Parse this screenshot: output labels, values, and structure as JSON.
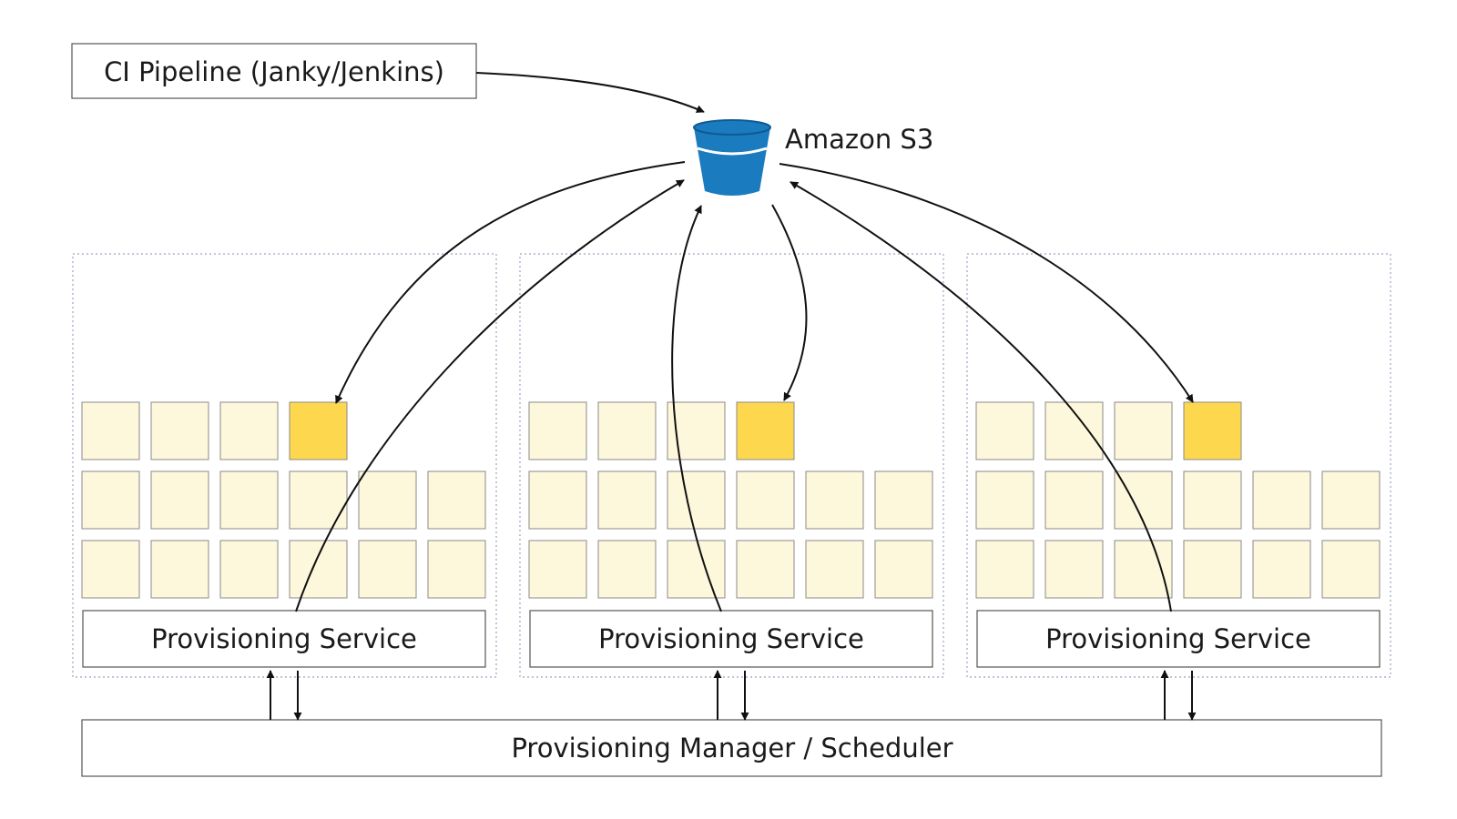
{
  "nodes": {
    "ci_pipeline": "CI Pipeline (Janky/Jenkins)",
    "s3": "Amazon S3",
    "provisioning_service": "Provisioning Service",
    "manager": "Provisioning Manager / Scheduler"
  },
  "groups": [
    {
      "id": "host-1",
      "top_row_cells": 4,
      "grid_rows": 2,
      "grid_cols": 6,
      "highlighted_cell": 4
    },
    {
      "id": "host-2",
      "top_row_cells": 4,
      "grid_rows": 2,
      "grid_cols": 6,
      "highlighted_cell": 4
    },
    {
      "id": "host-3",
      "top_row_cells": 4,
      "grid_rows": 2,
      "grid_cols": 6,
      "highlighted_cell": 4
    }
  ],
  "colors": {
    "cell_fill": "#fdf7dc",
    "cell_highlight": "#fdd84f",
    "bucket": "#1a7bbf",
    "bucket_rim": "#0e5a93",
    "group_border": "#9aa3c0",
    "text": "#1a1a1a"
  },
  "icons": {
    "s3": "bucket-icon"
  },
  "edges": [
    {
      "from": "ci_pipeline",
      "to": "s3"
    },
    {
      "from": "s3",
      "to": "highlighted-cell",
      "group": 1
    },
    {
      "from": "s3",
      "to": "highlighted-cell",
      "group": 2
    },
    {
      "from": "s3",
      "to": "highlighted-cell",
      "group": 3
    },
    {
      "from": "provisioning-service",
      "to": "s3",
      "group": 1
    },
    {
      "from": "provisioning-service",
      "to": "s3",
      "group": 2
    },
    {
      "from": "provisioning-service",
      "to": "s3",
      "group": 3
    },
    {
      "from": "manager",
      "to": "provisioning-service",
      "group": 1
    },
    {
      "from": "provisioning-service",
      "to": "manager",
      "group": 1
    },
    {
      "from": "manager",
      "to": "provisioning-service",
      "group": 2
    },
    {
      "from": "provisioning-service",
      "to": "manager",
      "group": 2
    },
    {
      "from": "manager",
      "to": "provisioning-service",
      "group": 3
    },
    {
      "from": "provisioning-service",
      "to": "manager",
      "group": 3
    }
  ]
}
